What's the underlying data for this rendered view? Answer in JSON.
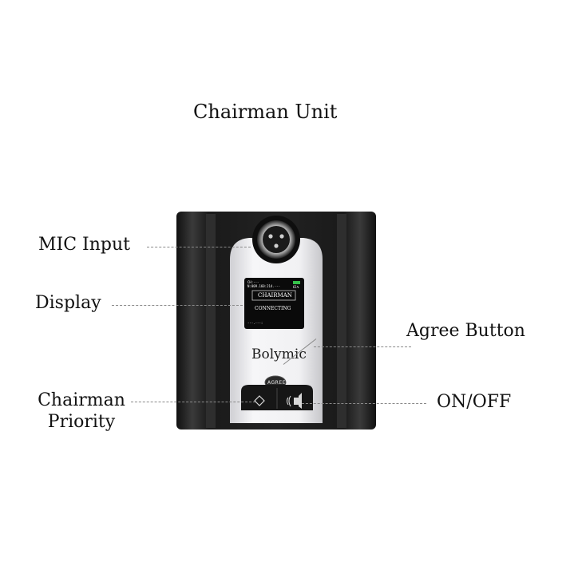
{
  "title": "Chairman Unit",
  "labels": {
    "mic_input": "MIC Input",
    "display": "Display",
    "agree_button": "Agree Button",
    "chairman_priority": "Chairman Priority",
    "on_off": "ON/OFF"
  },
  "device": {
    "brand": "Bolymic",
    "agree_label": "AGREE",
    "screen": {
      "line1": "CH:---",
      "line2": "N:009.160:214.---",
      "battery": "61%",
      "mode": "CHAIRMAN",
      "status": "CONNECTING",
      "footer": "---.---:"
    },
    "icons": [
      "xlr-connector-icon",
      "diamond-priority-icon",
      "speaker-wave-icon"
    ]
  },
  "colors": {
    "housing": "#1d1d1d",
    "panel": "#e9e9ec",
    "screen_bg": "#0a0a0a",
    "battery": "#36c24a"
  }
}
